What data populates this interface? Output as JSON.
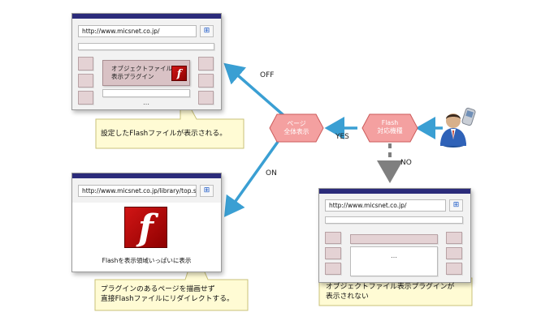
{
  "colors": {
    "arrow_blue": "#3a9fd3",
    "arrow_gray": "#7f7f7f",
    "hex_fill": "#f4a0a0",
    "hex_stroke": "#cc5b5b",
    "callout_fill": "#fffbd4",
    "callout_stroke": "#c9c27a",
    "titlebar": "#2b2b7a",
    "flash_red": "#c00000"
  },
  "icons": {
    "browser_logo": "windows-flag-icon",
    "flash_logo": "flash-f-icon",
    "user": "person-with-phone-icon"
  },
  "nodes": {
    "flash_device": {
      "line1": "Flash",
      "line2": "対応機種"
    },
    "page_full": {
      "line1": "ページ",
      "line2": "全体表示"
    }
  },
  "edges": {
    "yes": "YES",
    "no": "NO",
    "off": "OFF",
    "on": "ON"
  },
  "browser_off": {
    "url": "http://www.micsnet.co.jp/",
    "plugin_line1": "オブジェクトファイル",
    "plugin_line2": "表示プラグイン",
    "ellipsis": "…"
  },
  "browser_on": {
    "url": "http://www.micsnet.co.jp/library/top.swf",
    "caption": "Flashを表示領域いっぱいに表示"
  },
  "browser_no": {
    "url": "http://www.micsnet.co.jp/",
    "ellipsis": "…"
  },
  "callouts": {
    "off": "設定したFlashファイルが表示される。",
    "on_line1": "プラグインのあるページを描画せず",
    "on_line2": "直接Flashファイルにリダイレクトする。",
    "no_line1": "オブジェクトファイル表示プラグインが",
    "no_line2": "表示されない"
  }
}
